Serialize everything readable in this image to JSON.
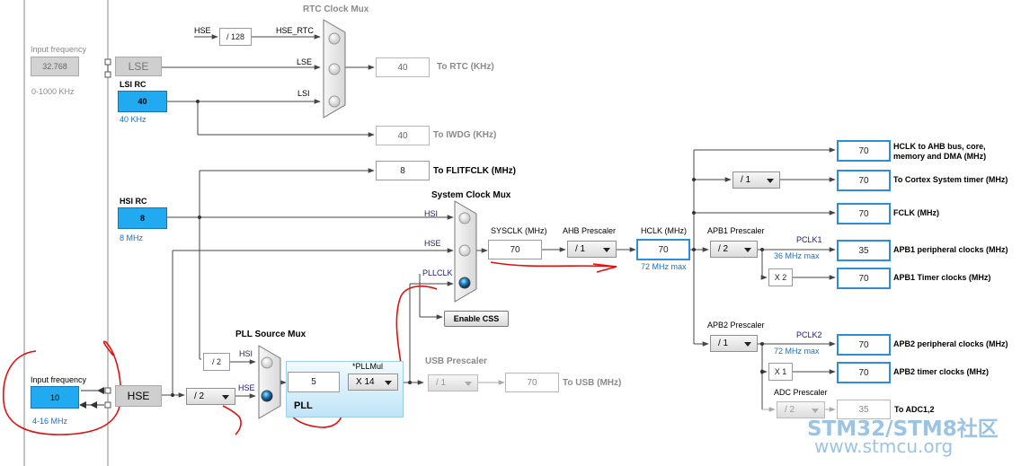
{
  "colors": {
    "accent_blue": "#22aaf0",
    "field_border_blue": "#2a8fd8",
    "annotation_red": "#e01010",
    "pll_bg": "#cdeaf8"
  },
  "lse_input": {
    "label": "Input frequency",
    "value": "32.768",
    "range": "0-1000 KHz"
  },
  "lse_block": "LSE",
  "lsi": {
    "title": "LSI RC",
    "value": "40",
    "freq": "40 KHz"
  },
  "rtc_mux": {
    "title": "RTC Clock Mux",
    "hse_label": "HSE",
    "div_label": "/ 128",
    "input_hse_rtc": "HSE_RTC",
    "input_lse": "LSE",
    "input_lsi": "LSI"
  },
  "rtc_out": {
    "value": "40",
    "label": "To RTC (KHz)"
  },
  "iwdg_out": {
    "value": "40",
    "label": "To IWDG (KHz)"
  },
  "flit_out": {
    "value": "8",
    "label": "To FLITFCLK (MHz)"
  },
  "hsi": {
    "title": "HSI RC",
    "value": "8",
    "freq": "8 MHz"
  },
  "sys_mux": {
    "title": "System Clock Mux",
    "input_hsi": "HSI",
    "input_hse": "HSE",
    "input_pllclk": "PLLCLK"
  },
  "enable_css": "Enable CSS",
  "sysclk": {
    "label": "SYSCLK (MHz)",
    "value": "70"
  },
  "ahb": {
    "label": "AHB Prescaler",
    "value": "/ 1"
  },
  "hclk": {
    "label": "HCLK (MHz)",
    "value": "70",
    "max": "72 MHz max"
  },
  "apb1": {
    "label": "APB1 Prescaler",
    "value": "/ 2",
    "pclk_label": "PCLK1",
    "max": "36 MHz max",
    "timer_mult": "X 2"
  },
  "apb2": {
    "label": "APB2 Prescaler",
    "value": "/ 1",
    "pclk_label": "PCLK2",
    "max": "72 MHz max",
    "timer_mult": "X 1"
  },
  "cortex_div": "/ 1",
  "outputs": {
    "hclk_ahb": {
      "value": "70",
      "label1": "HCLK to AHB bus, core,",
      "label2": "memory and DMA (MHz)"
    },
    "cortex": {
      "value": "70",
      "label": "To Cortex System timer (MHz)"
    },
    "fclk": {
      "value": "70",
      "label": "FCLK (MHz)"
    },
    "apb1_periph": {
      "value": "35",
      "label": "APB1 peripheral clocks (MHz)"
    },
    "apb1_timer": {
      "value": "70",
      "label": "APB1 Timer clocks (MHz)"
    },
    "apb2_periph": {
      "value": "70",
      "label": "APB2 peripheral clocks (MHz)"
    },
    "apb2_timer": {
      "value": "70",
      "label": "APB2 timer clocks (MHz)"
    }
  },
  "adc": {
    "label": "ADC Prescaler",
    "value": "/ 2",
    "out_value": "35",
    "out_label": "To ADC1,2"
  },
  "pll_source_mux": {
    "title": "PLL Source Mux",
    "hsi_div": "/ 2",
    "input_hsi": "HSI",
    "input_hse": "HSE"
  },
  "hse_input": {
    "label": "Input frequency",
    "value": "10",
    "range": "4-16 MHz"
  },
  "hse_block": "HSE",
  "hse_prediv": "/ 2",
  "pll": {
    "mul_label": "*PLLMul",
    "input_value": "5",
    "mul_value": "X 14",
    "name": "PLL"
  },
  "usb": {
    "label": "USB Prescaler",
    "value": "/ 1",
    "out_value": "70",
    "out_label": "To USB (MHz)"
  },
  "watermark": {
    "line1a": "STM32",
    "line1b": "/",
    "line1c": "STM8",
    "line1d": "社区",
    "line2": "www.stmcu.org"
  }
}
